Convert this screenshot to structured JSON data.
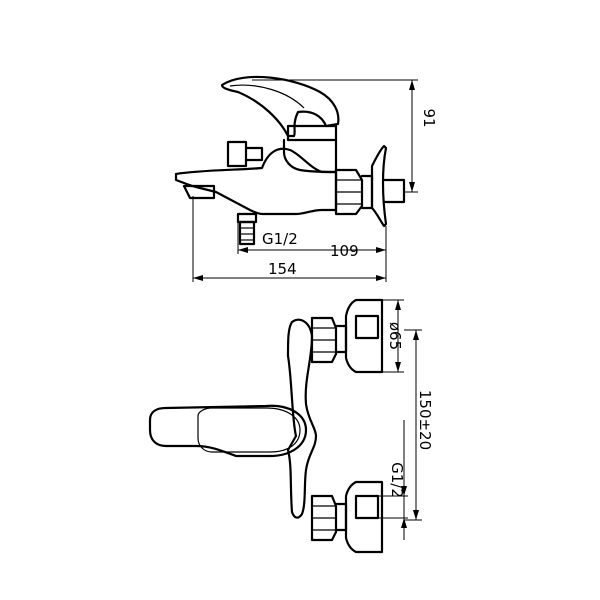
{
  "dimensions": {
    "side_view": {
      "height": "91",
      "thread": "G1/2",
      "projection": "109",
      "overall_length": "154"
    },
    "top_view": {
      "diameter": "ø65",
      "center_distance": "150±20",
      "thread": "G1/2"
    }
  },
  "colors": {
    "line": "#000000",
    "background": "#ffffff"
  }
}
